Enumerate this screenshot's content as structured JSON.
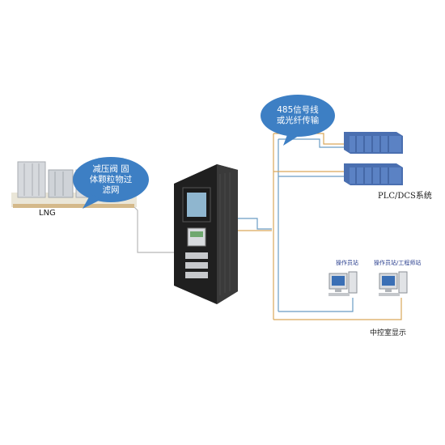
{
  "labels": {
    "lng": "LNG",
    "bubble_left_line1": "减压阀  固",
    "bubble_left_line2": "体颗粒物过",
    "bubble_left_line3": "滤网",
    "bubble_right_line1": "485信号线",
    "bubble_right_line2": "或光纤传输",
    "plc_dcs": "PLC/DCS系统",
    "station_left": "操作员站",
    "station_right": "操作员站/工程师站",
    "control_room": "中控室显示"
  },
  "colors": {
    "bubble": "#3d7fc4",
    "cable_orange": "#d9a85a",
    "cable_blue": "#6a9cc4",
    "cable_gray": "#b8b8b8",
    "cabinet": "#2b2b2b",
    "plc_rack": "#4a6fb0"
  }
}
